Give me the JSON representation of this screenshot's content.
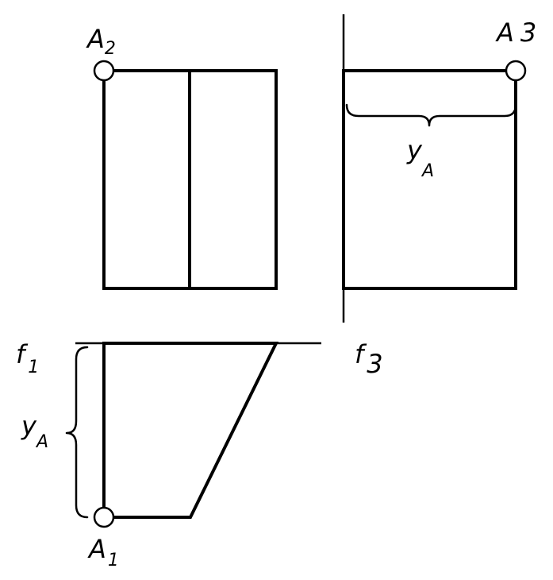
{
  "labels": {
    "a2_base": "A",
    "a2_sub": "2",
    "a3_base": "A",
    "a3_sub": "3",
    "a1_base": "A",
    "a1_sub": "1",
    "f1_base": "f",
    "f1_sub": "1",
    "f3_base": "f",
    "f3_sub": "3",
    "ya_top_base": "y",
    "ya_top_sub": "A",
    "ya_left_base": "y",
    "ya_left_sub": "A"
  }
}
